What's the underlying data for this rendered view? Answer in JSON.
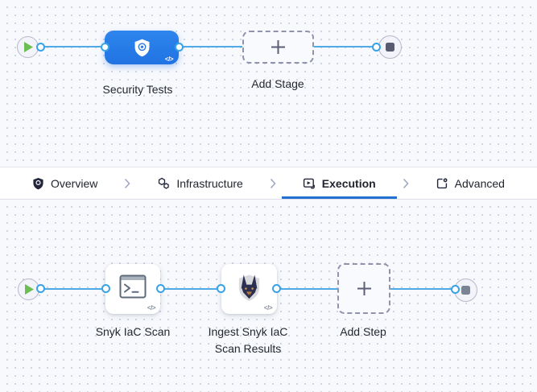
{
  "stage_pipeline": {
    "stage_name": "Security Tests",
    "add_stage_label": "Add Stage",
    "code_badge": "</>"
  },
  "tab_bar": {
    "active_tab": "Execution",
    "tabs": [
      {
        "label": "Overview",
        "icon": "shield-icon"
      },
      {
        "label": "Infrastructure",
        "icon": "infrastructure-icon"
      },
      {
        "label": "Execution",
        "icon": "execution-icon"
      },
      {
        "label": "Advanced",
        "icon": "advanced-icon"
      }
    ]
  },
  "step_pipeline": {
    "steps": [
      {
        "label": "Snyk IaC Scan",
        "icon": "terminal-icon"
      },
      {
        "label": "Ingest Snyk IaC Scan Results",
        "icon": "snyk-dog-icon"
      }
    ],
    "add_step_label": "Add Step",
    "code_badge": "</>"
  },
  "colors": {
    "connector_line": "#4FAAE8",
    "stage_card_blue": "#2579E8",
    "active_tab_underline": "#2270CF",
    "play_green": "#6CBD52",
    "canvas_background": "#F7F9FD"
  }
}
